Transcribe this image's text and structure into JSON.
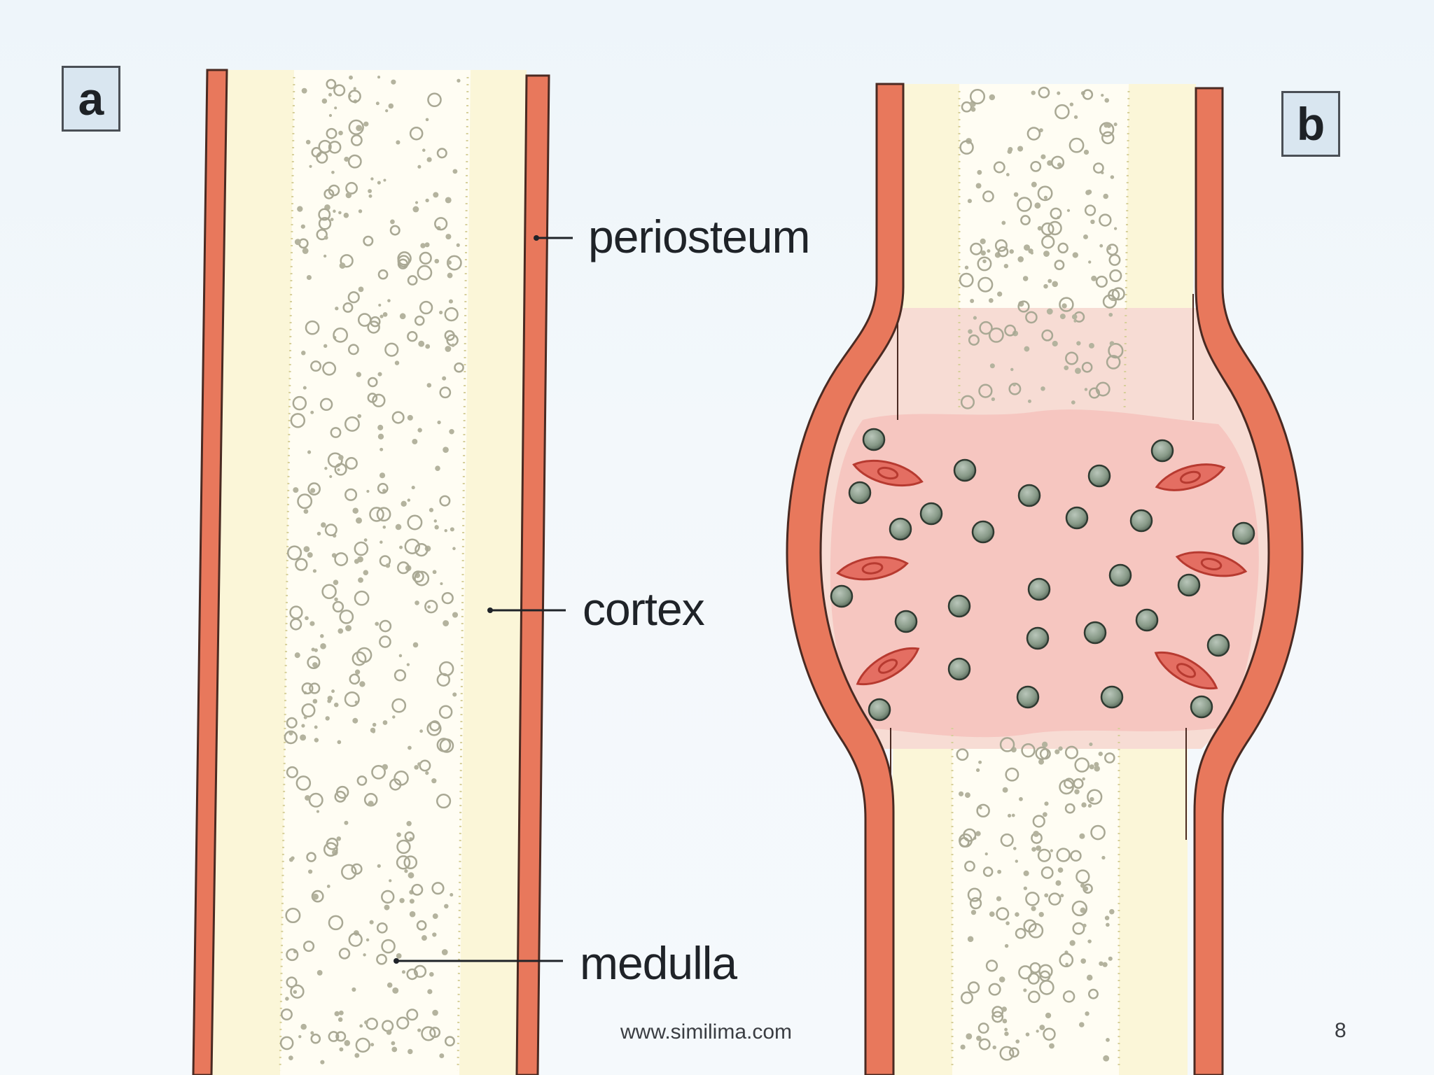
{
  "panels": {
    "a": "a",
    "b": "b"
  },
  "annotations": {
    "periosteum": "periosteum",
    "cortex": "cortex",
    "medulla": "medulla"
  },
  "footer": {
    "url": "www.similima.com",
    "page_number": "8"
  },
  "colors": {
    "periosteum": "#e8785c",
    "periosteum_outline": "#4a2a22",
    "cortex": "#fbf6d8",
    "medulla": "#fffdf3",
    "callus": "#f6c4bf",
    "cell_nucleus": "#8a9a8c",
    "spindle_cell": "#d94a3c"
  },
  "icons": {
    "round_cell": "grey-green-circle",
    "spindle_cell": "red-spindle"
  }
}
